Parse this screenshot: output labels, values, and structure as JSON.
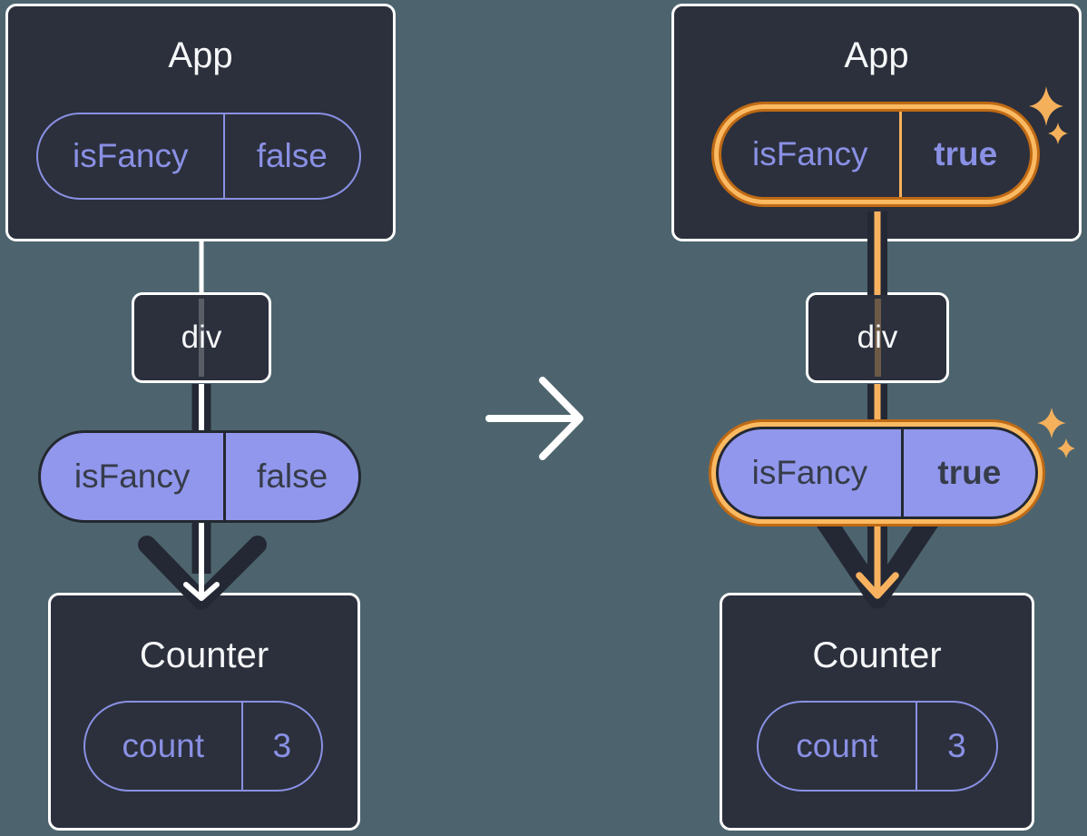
{
  "before": {
    "app": {
      "title": "App",
      "state_name": "isFancy",
      "state_value": "false"
    },
    "div_label": "div",
    "prop": {
      "name": "isFancy",
      "value": "false"
    },
    "counter": {
      "title": "Counter",
      "state_name": "count",
      "state_value": "3"
    }
  },
  "after": {
    "app": {
      "title": "App",
      "state_name": "isFancy",
      "state_value": "true"
    },
    "div_label": "div",
    "prop": {
      "name": "isFancy",
      "value": "true"
    },
    "counter": {
      "title": "Counter",
      "state_name": "count",
      "state_value": "3"
    }
  },
  "icons": {
    "transition_arrow": "right-arrow-icon",
    "sparkle": "sparkle-icon",
    "flow_arrowhead": "down-arrowhead-icon"
  },
  "colors": {
    "background": "#4D646E",
    "box_fill": "#2B303C",
    "box_border": "#FFFFFF",
    "purple": "#8A90E4",
    "purple_fill": "#9197EC",
    "pill_dark_text": "#363C49",
    "flow_dark": "#232834",
    "flow_core_before": "#FFFFFF",
    "flow_core_after": "#F8B25F",
    "highlight_ring_light": "#FBBA62",
    "highlight_ring_dark": "#C06A14",
    "sparkle": "#F5B05C"
  }
}
